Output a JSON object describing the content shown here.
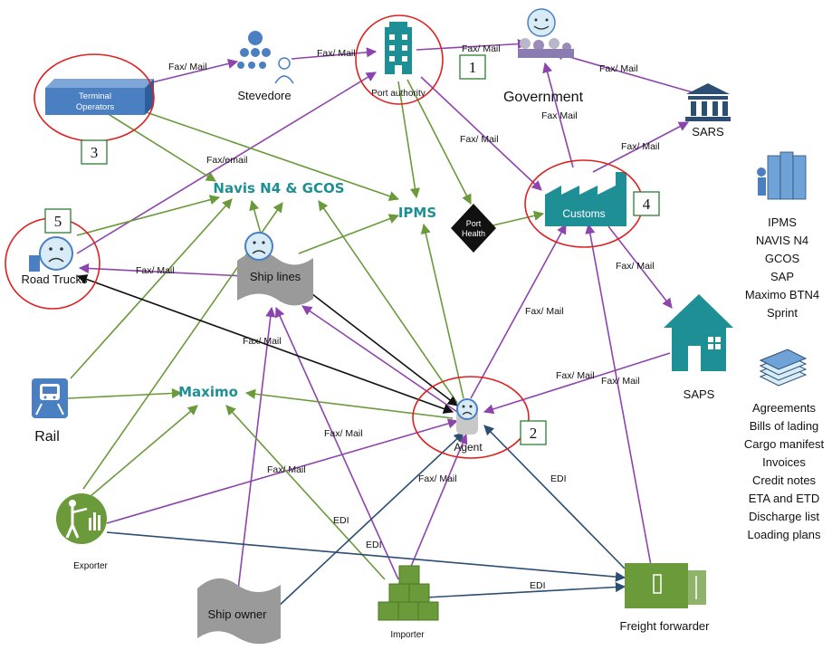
{
  "nodes": {
    "terminal_operators": "Terminal Operators",
    "stevedore": "Stevedore",
    "port_authority": "Port authority",
    "government": "Government",
    "sars": "SARS",
    "customs": "Customs",
    "saps": "SAPS",
    "port_health": "Port Health",
    "road_trucks": "Road Trucks",
    "ship_lines": "Ship lines",
    "rail": "Rail",
    "agent": "Agent",
    "exporter": "Exporter",
    "ship_owner": "Ship owner",
    "importer": "Importer",
    "freight_forwarder": "Freight forwarder"
  },
  "systems": {
    "navis": "Navis N4 & GCOS",
    "ipms": "IPMS",
    "maximo": "Maximo"
  },
  "badges": {
    "b1": "1",
    "b2": "2",
    "b3": "3",
    "b4": "4",
    "b5": "5"
  },
  "edge_labels": {
    "fax_mail": "Fax/ Mail",
    "fax_mail_nospace": "Fax Mail",
    "fax_email": "Fax/email",
    "edi": "EDI"
  },
  "systems_list": [
    "IPMS",
    "NAVIS N4",
    "GCOS",
    "SAP",
    "Maximo BTN4",
    "Sprint"
  ],
  "documents_list": [
    "Agreements",
    "Bills of lading",
    "Cargo manifest",
    "Invoices",
    "Credit notes",
    "ETA and ETD",
    "Discharge list",
    "Loading plans"
  ],
  "colors": {
    "purple": "#8e44ad",
    "green": "#6a9a3a",
    "navy": "#2b4e72",
    "black": "#111111",
    "teal": "#1f8f96",
    "red_circle": "#e02020"
  }
}
